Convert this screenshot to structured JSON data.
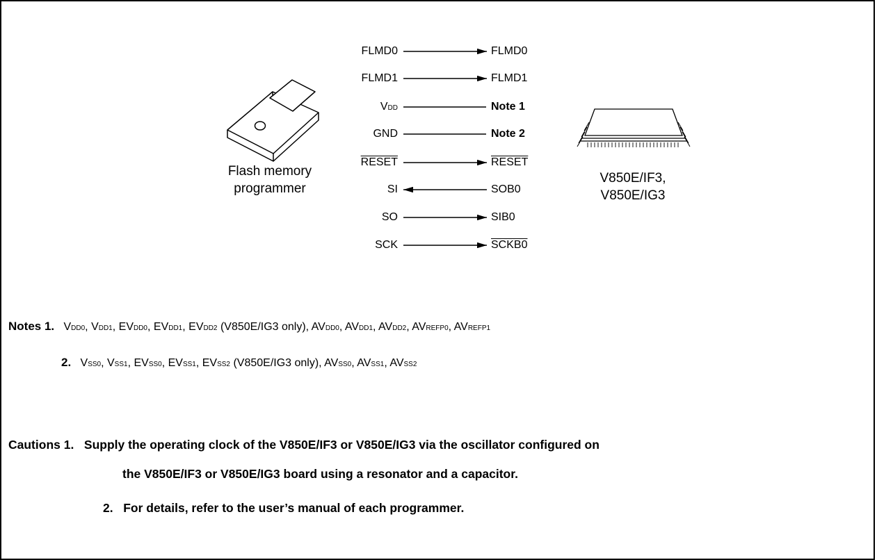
{
  "diagram": {
    "programmer_label": [
      "Flash memory",
      "programmer"
    ],
    "device_label": [
      "V850E/IF3,",
      "V850E/IG3"
    ],
    "connections": [
      {
        "left": "FLMD0",
        "right": "FLMD0",
        "dir": "right",
        "left_overline": false,
        "right_overline": false,
        "right_bold": false
      },
      {
        "left": "FLMD1",
        "right": "FLMD1",
        "dir": "right",
        "left_overline": false,
        "right_overline": false,
        "right_bold": false
      },
      {
        "left_main": "V",
        "left_sub": "DD",
        "right": "Note 1",
        "dir": "none",
        "left_overline": false,
        "right_overline": false,
        "right_bold": true
      },
      {
        "left": "GND",
        "right": "Note 2",
        "dir": "none",
        "left_overline": false,
        "right_overline": false,
        "right_bold": true
      },
      {
        "left": "RESET",
        "right": "RESET",
        "dir": "right",
        "left_overline": true,
        "right_overline": true,
        "right_bold": false
      },
      {
        "left": "SI",
        "right": "SOB0",
        "dir": "left",
        "left_overline": false,
        "right_overline": false,
        "right_bold": false
      },
      {
        "left": "SO",
        "right": "SIB0",
        "dir": "right",
        "left_overline": false,
        "right_overline": false,
        "right_bold": false
      },
      {
        "left": "SCK",
        "right": "SCKB0",
        "dir": "right",
        "left_overline": false,
        "right_overline": true,
        "right_bold": false
      }
    ]
  },
  "notes": {
    "heading": "Notes 1.",
    "note1_segments": [
      [
        "V",
        "DD0"
      ],
      [
        ", V",
        "DD1"
      ],
      [
        ", EV",
        "DD0"
      ],
      [
        ", EV",
        "DD1"
      ],
      [
        ", EV",
        "DD2"
      ],
      [
        " (V850E/IG3 only), AV",
        "DD0"
      ],
      [
        ", AV",
        "DD1"
      ],
      [
        ", AV",
        "DD2"
      ],
      [
        ", AV",
        "REFP0"
      ],
      [
        ", AV",
        "REFP1"
      ]
    ],
    "note2_number": "2.",
    "note2_segments": [
      [
        "V",
        "SS0"
      ],
      [
        ", V",
        "SS1"
      ],
      [
        ", EV",
        "SS0"
      ],
      [
        ", EV",
        "SS1"
      ],
      [
        ", EV",
        "SS2"
      ],
      [
        " (V850E/IG3 only), AV",
        "SS0"
      ],
      [
        ", AV",
        "SS1"
      ],
      [
        ", AV",
        "SS2"
      ]
    ]
  },
  "cautions": {
    "heading": "Cautions 1.",
    "c1_line1": "Supply the operating clock of the V850E/IF3 or V850E/IG3 via the oscillator configured on",
    "c1_line2": "the V850E/IF3 or V850E/IG3 board using a resonator and a capacitor.",
    "c2_number": "2.",
    "c2_text": "For details, refer to the user’s manual of each programmer."
  }
}
